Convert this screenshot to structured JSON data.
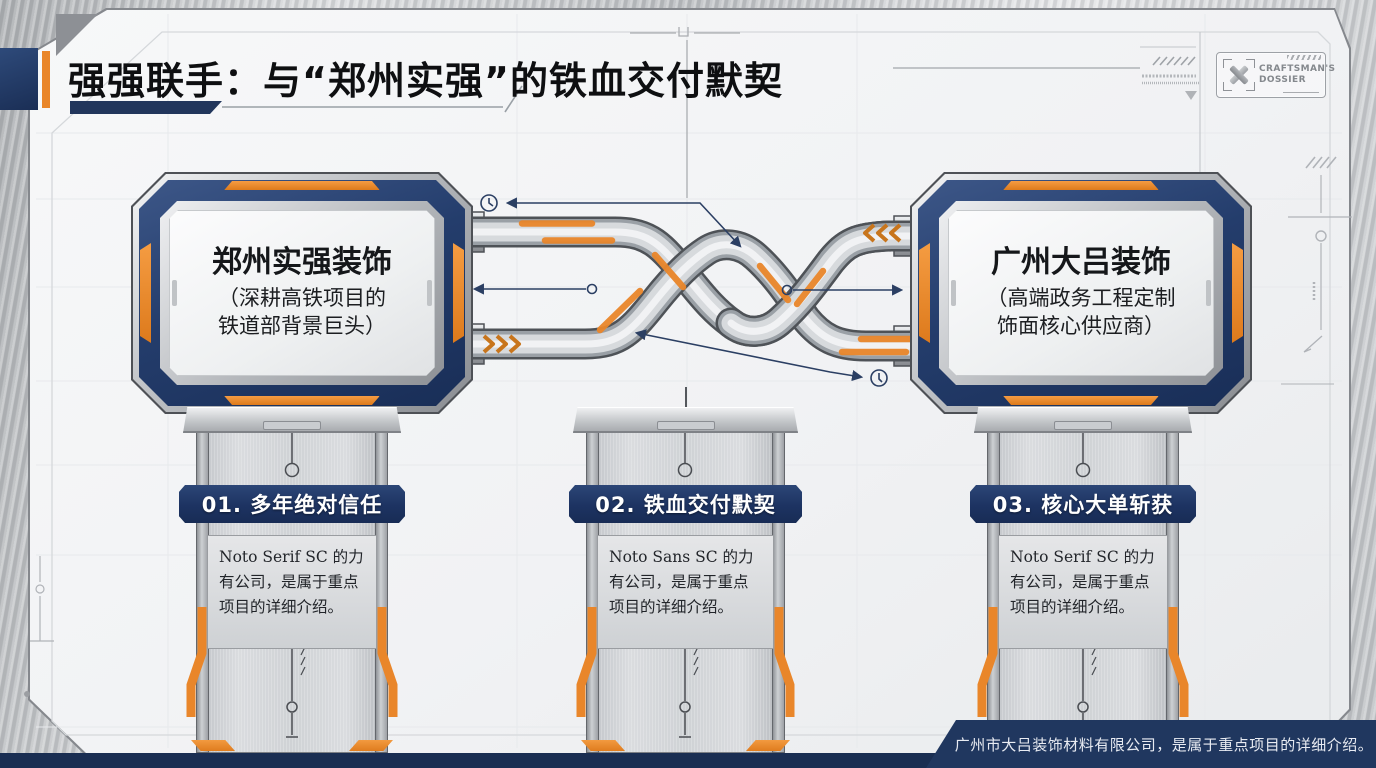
{
  "slide": {
    "title": "强强联手：与“郑州实强”的铁血交付默契",
    "footer_note": "广州市大吕装饰材料有限公司，是属于重点项目的详细介绍。"
  },
  "corner_badge": {
    "icon": "crossed-pencil-ruler-icon",
    "line1": "CRAFTSMAN'S",
    "line2": "DOSSIER"
  },
  "partners": {
    "left": {
      "name": "郑州实强装饰",
      "desc_line1": "（深耕高铁项目的",
      "desc_line2": "铁道部背景巨头）"
    },
    "right": {
      "name": "广州大吕装饰",
      "desc_line1": "（高端政务工程定制",
      "desc_line2": "饰面核心供应商）"
    }
  },
  "pillars": [
    {
      "label": "01. 多年绝对信任",
      "body": "Noto Serif SC 的力有公司，是属于重点项目的详细介绍。"
    },
    {
      "label": "02. 铁血交付默契",
      "body": "Noto Sans SC 的力有公司，是属于重点项目的详细介绍。"
    },
    {
      "label": "03. 核心大单斩获",
      "body": "Noto Serif SC 的力有公司，是属于重点项目的详细介绍。"
    }
  ],
  "icons": {
    "chevrons_toward_left_box": "❯❯❯",
    "chevrons_toward_right_box": "❮❮❮",
    "arrow_badge_top": "clock-icon",
    "arrow_badge_bottom": "cycle-icon"
  },
  "colors": {
    "navy": "#1e3765",
    "navy_footer": "#20375f",
    "navy_strip": "#1a2e52",
    "orange": "#e9862a",
    "panel": "#f4f5f6",
    "metal": "#c9cbce"
  }
}
